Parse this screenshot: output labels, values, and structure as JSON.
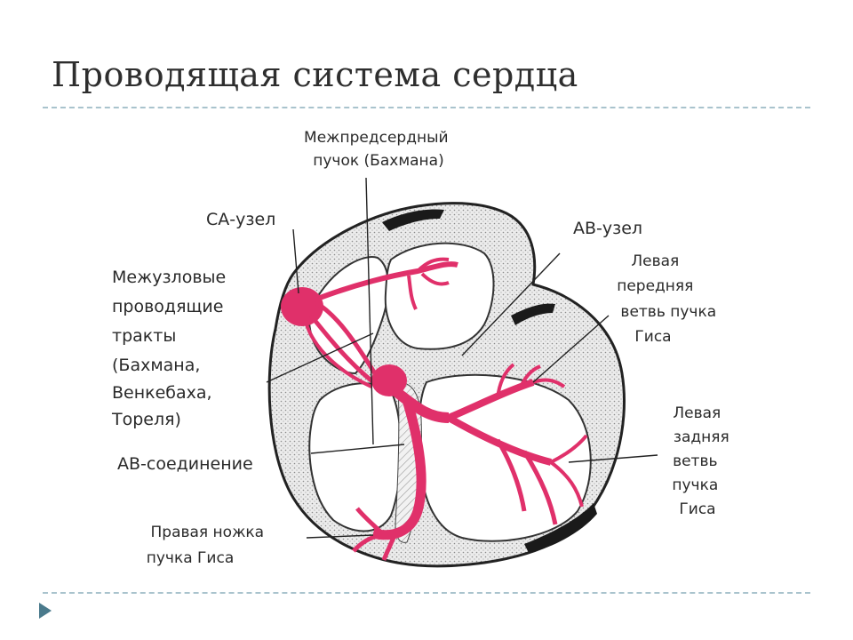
{
  "slide": {
    "title": "Проводящая система сердца"
  },
  "diagram": {
    "labels": {
      "interatrial_bundle": [
        "Межпредсердный",
        "пучок (Бахмана)"
      ],
      "sa_node": [
        "СА-узел"
      ],
      "av_node": [
        "АВ-узел"
      ],
      "internodal_tracts": [
        "Межузловые",
        "проводящие",
        "тракты",
        "(Бахмана,",
        "Венкебаха,",
        "Тореля)"
      ],
      "left_anterior_branch": [
        "Левая",
        "передняя",
        "ветвь пучка",
        "Гиса"
      ],
      "left_posterior_branch": [
        "Левая",
        "задняя",
        "ветвь",
        "пучка",
        "Гиса"
      ],
      "av_junction": [
        "АВ-соединение"
      ],
      "right_bundle_branch": [
        "Правая ножка",
        "пучка Гиса"
      ]
    },
    "colors": {
      "conduction": "#e0306a",
      "wall_fill": "#e6e6e6",
      "outline": "#222222",
      "text": "#2a2a2a"
    }
  }
}
